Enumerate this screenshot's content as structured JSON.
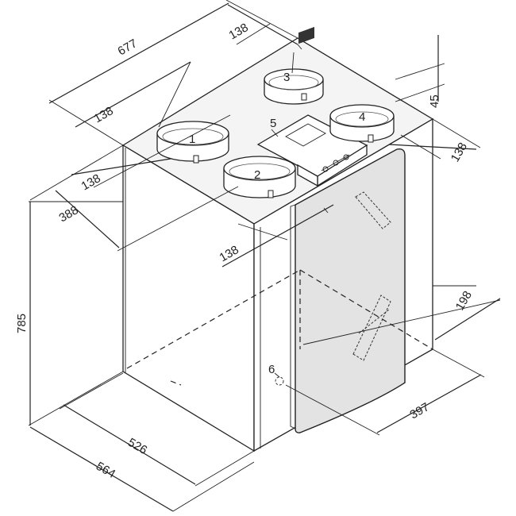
{
  "dimensions": {
    "d677": "677",
    "d138_top": "138",
    "d138_left": "138",
    "d138_left2": "138",
    "d388": "388",
    "d138_mid": "138",
    "d45": "45",
    "d138_right": "138",
    "d198": "198",
    "d785": "785",
    "d526": "526",
    "d564": "564",
    "d397": "397"
  },
  "ports": {
    "p1": "1",
    "p2": "2",
    "p3": "3",
    "p4": "4",
    "p5": "5",
    "p6": "6"
  },
  "colors": {
    "door_fill": "#e3e3e3",
    "top_fill": "#f4f4f4",
    "side_fill": "#ffffff",
    "line": "#222222"
  }
}
